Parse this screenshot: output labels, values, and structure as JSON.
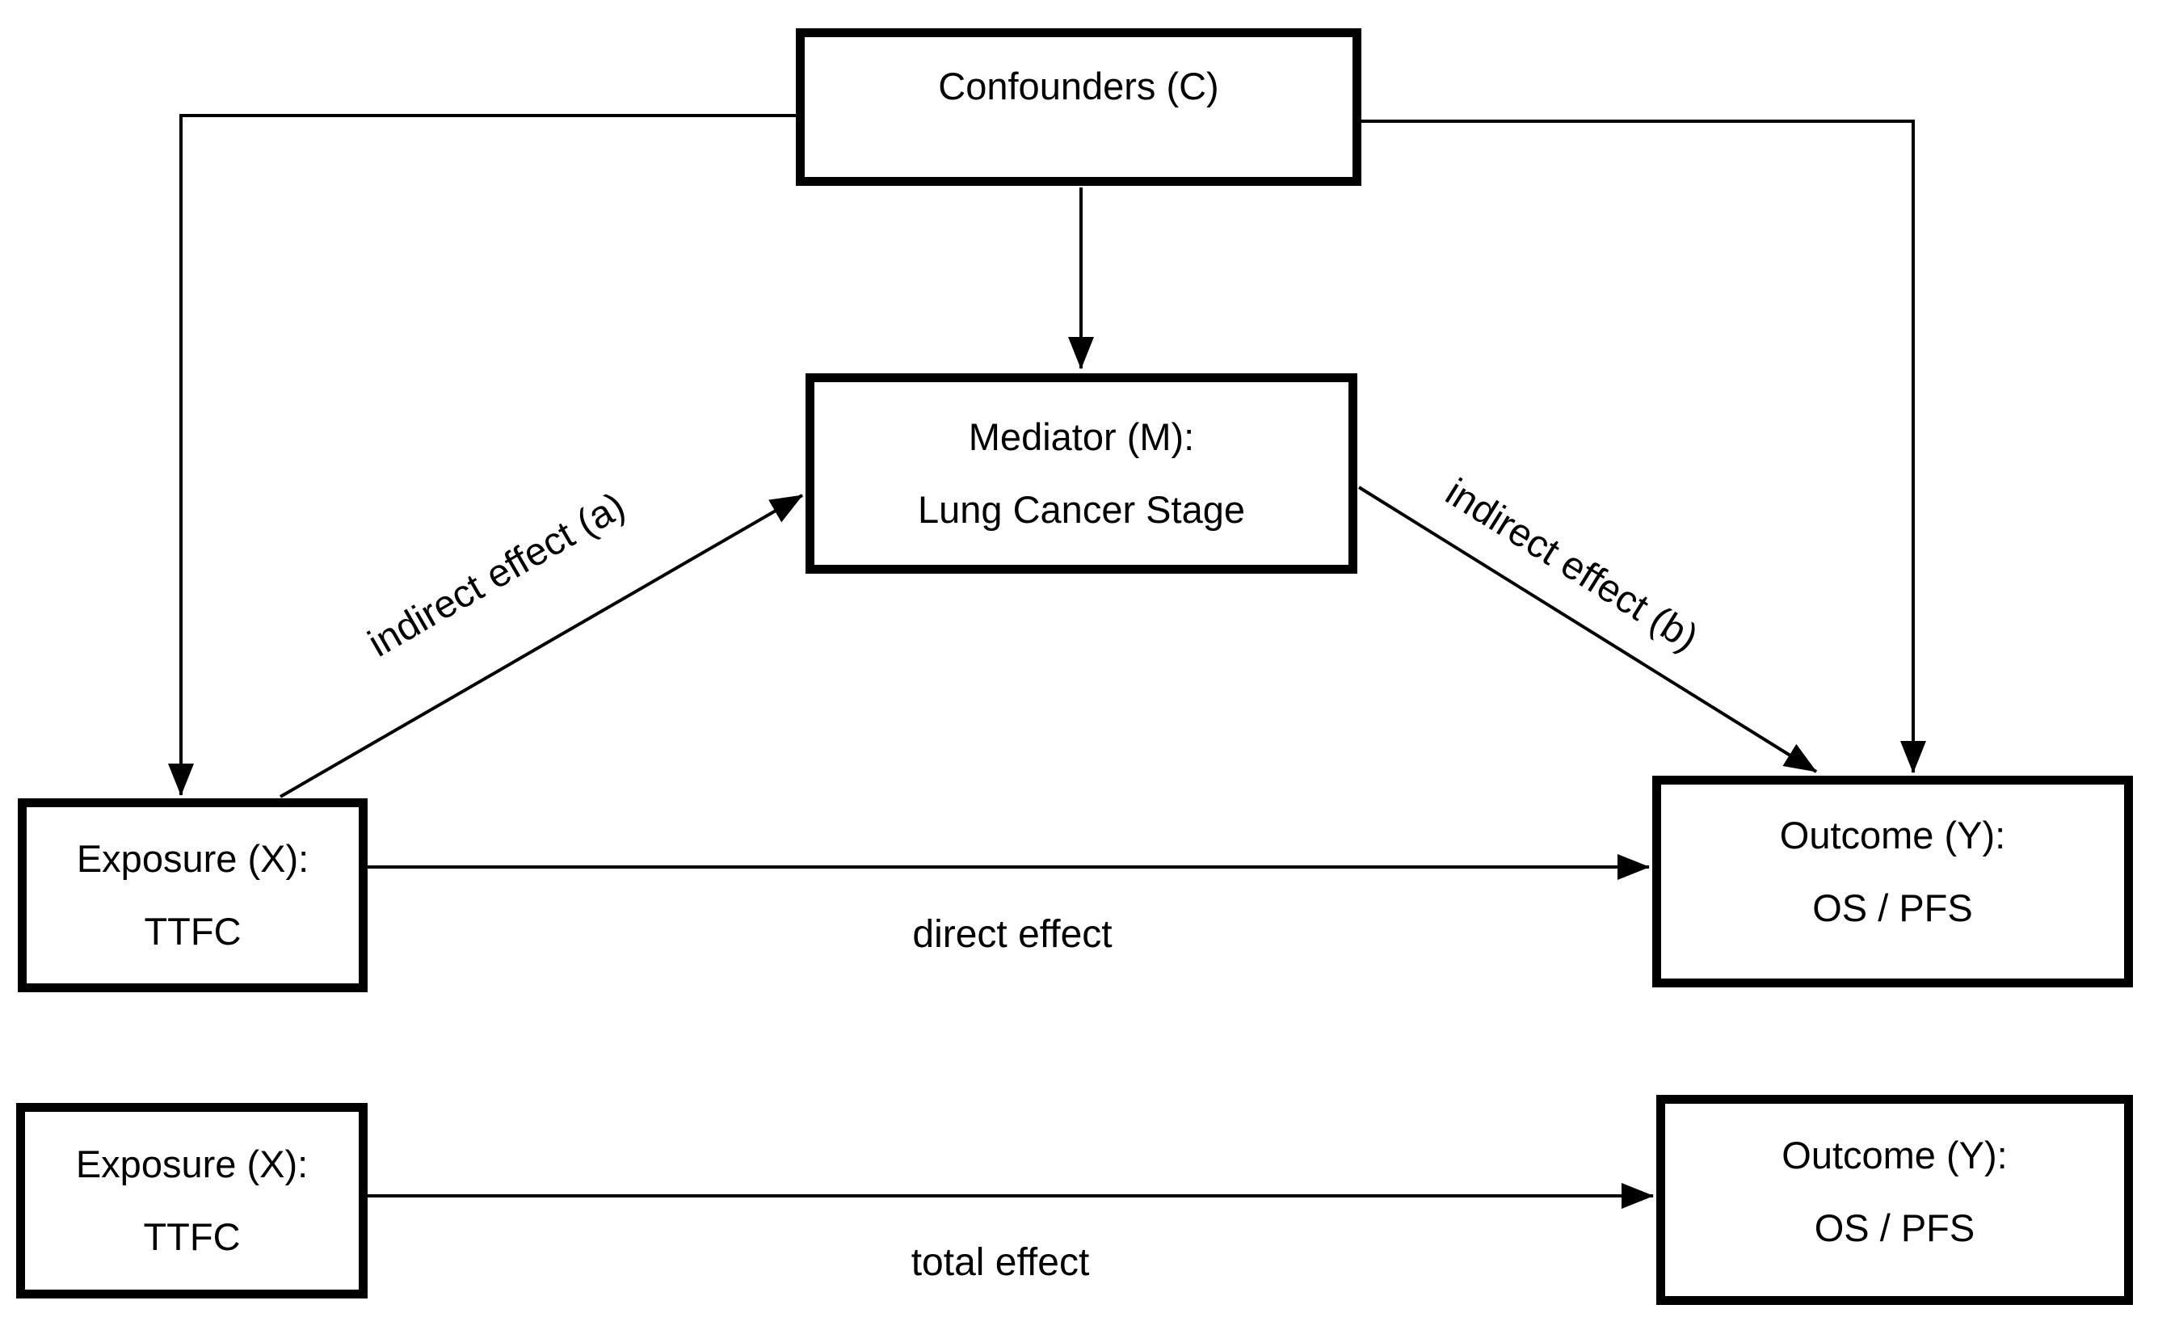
{
  "figure": {
    "background": "#ffffff",
    "line_color": "#000000",
    "text_color": "#000000",
    "nodes": {
      "confounders": {
        "line1": "Confounders (C)"
      },
      "mediator": {
        "line1": "Mediator (M):",
        "line2": "Lung Cancer Stage"
      },
      "exposure_top": {
        "line1": "Exposure (X):",
        "line2": "TTFC"
      },
      "outcome_top": {
        "line1": "Outcome (Y):",
        "line2": "OS / PFS"
      },
      "exposure_bottom": {
        "line1": "Exposure (X):",
        "line2": "TTFC"
      },
      "outcome_bottom": {
        "line1": "Outcome (Y):",
        "line2": "OS / PFS"
      }
    },
    "edge_labels": {
      "indirect_a": "indirect effect (a)",
      "indirect_b": "indirect effect (b)",
      "direct": "direct effect",
      "total": "total effect"
    }
  }
}
